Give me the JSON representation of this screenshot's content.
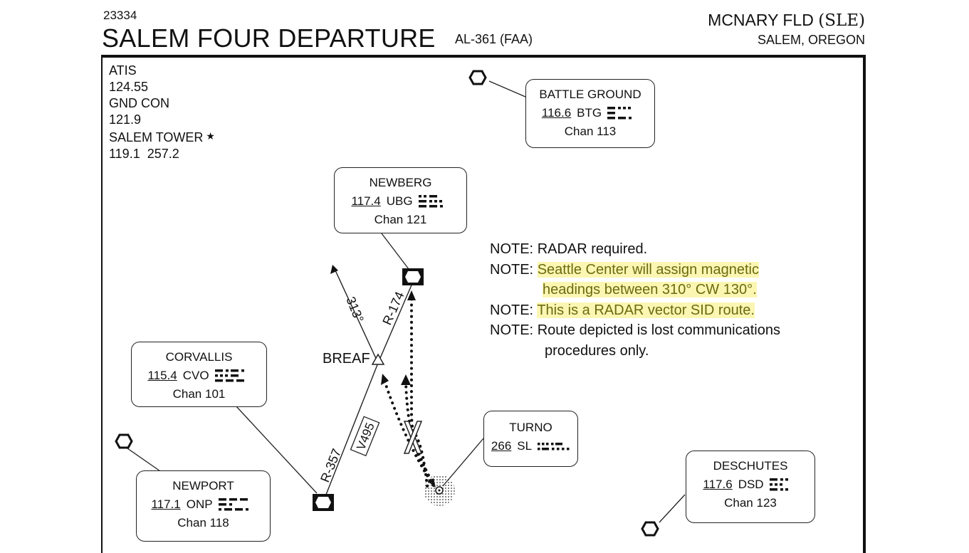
{
  "header": {
    "chart_number": "23334",
    "procedure_name": "SALEM FOUR DEPARTURE",
    "chart_code": "AL-361 (FAA)",
    "airport_name": "MCNARY FLD",
    "airport_ident": "(SLE)",
    "city_state": "SALEM, OREGON"
  },
  "frequencies": [
    {
      "label": "ATIS",
      "value": "124.55"
    },
    {
      "label": "GND CON",
      "value": "121.9"
    },
    {
      "label": "SALEM TOWER",
      "value": "119.1  257.2",
      "star": "★"
    }
  ],
  "navaids": [
    {
      "name": "BATTLE GROUND",
      "freq": "116.6",
      "ident": "BTG",
      "channel": "Chan 113",
      "morse": "-... - --."
    },
    {
      "name": "NEWBERG",
      "freq": "117.4",
      "ident": "UBG",
      "channel": "Chan 121",
      "morse": "..- -... --."
    },
    {
      "name": "CORVALLIS",
      "freq": "115.4",
      "ident": "CVO",
      "channel": "Chan 101",
      "morse": "-.-. ...- ---"
    },
    {
      "name": "TURNO",
      "freq": "266",
      "ident": "SL",
      "channel": "",
      "morse": "... .-.."
    },
    {
      "name": "NEWPORT",
      "freq": "117.1",
      "ident": "ONP",
      "channel": "Chan 118",
      "morse": "--- -. .--."
    },
    {
      "name": "DESCHUTES",
      "freq": "117.6",
      "ident": "DSD",
      "channel": "Chan 123",
      "morse": "-.. ... -.."
    }
  ],
  "notes": [
    {
      "label": "NOTE:",
      "lines": [
        "RADAR required."
      ],
      "highlighted": false
    },
    {
      "label": "NOTE:",
      "lines": [
        "Seattle Center will assign magnetic",
        "headings between 310° CW 130°."
      ],
      "highlighted": true
    },
    {
      "label": "NOTE:",
      "lines": [
        "This is a RADAR vector SID route."
      ],
      "highlighted": true
    },
    {
      "label": "NOTE:",
      "lines": [
        "Route depicted is lost communications",
        "procedures only."
      ],
      "highlighted": false
    }
  ],
  "route_labels": {
    "fix": "BREAF",
    "heading": "313°",
    "radial_newberg": "R-174",
    "radial_corvallis": "R-357",
    "airway": "V495"
  },
  "colors": {
    "ink": "#111111",
    "highlight": "#fbf6b2",
    "highlight_text": "#6b6b10"
  }
}
